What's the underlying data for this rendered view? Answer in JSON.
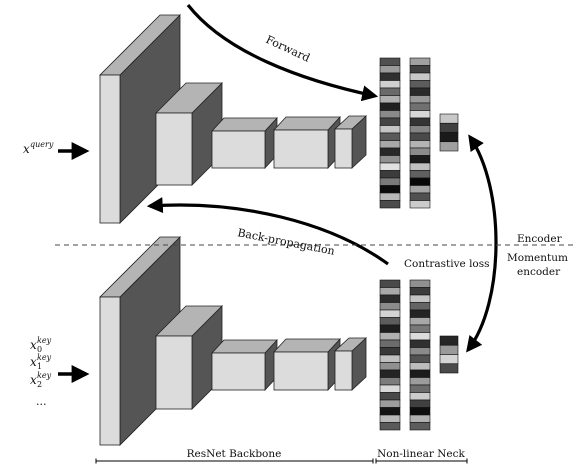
{
  "labels": {
    "forward": "Forward",
    "backprop": "Back-propagation",
    "contrastive": "Contrastive loss",
    "encoder": "Encoder",
    "momentum_encoder": [
      "Momentum",
      "encoder"
    ],
    "backbone": "ResNet Backbone",
    "neck": "Non-linear Neck"
  },
  "inputs": {
    "query": {
      "base": "x",
      "sup": "query"
    },
    "keys": [
      {
        "base": "x",
        "sub": "0",
        "sup": "key"
      },
      {
        "base": "x",
        "sub": "1",
        "sup": "key"
      },
      {
        "base": "x",
        "sub": "2",
        "sup": "key"
      }
    ],
    "ellipsis": "..."
  },
  "colors": {
    "face": "#dcdcdc",
    "side": "#555555",
    "top": "#b4b4b4",
    "stroke": "#222222",
    "arrow": "#000000"
  },
  "feature_columns": {
    "query_col1": [
      "#505050",
      "#9a9a9a",
      "#303030",
      "#d0d0d0",
      "#6a6a6a",
      "#b0b0b0",
      "#202020",
      "#8a8a8a",
      "#444444",
      "#c4c4c4",
      "#5a5a5a",
      "#a8a8a8",
      "#282828",
      "#909090",
      "#e0e0e0",
      "#3c3c3c",
      "#7a7a7a",
      "#0c0c0c",
      "#b8b8b8",
      "#4c4c4c"
    ],
    "query_col2": [
      "#a0a0a0",
      "#404040",
      "#c8c8c8",
      "#5c5c5c",
      "#2a2a2a",
      "#989898",
      "#707070",
      "#d8d8d8",
      "#343434",
      "#848484",
      "#4a4a4a",
      "#b4b4b4",
      "#8c8c8c",
      "#1c1c1c",
      "#c0c0c0",
      "#606060",
      "#080808",
      "#a4a4a4",
      "#505050",
      "#cccccc"
    ],
    "query_out": [
      "#c8c8c8",
      "#404040",
      "#1a1a1a",
      "#a0a0a0"
    ],
    "key_col1": [
      "#4a4a4a",
      "#a8a8a8",
      "#2c2c2c",
      "#8c8c8c",
      "#d4d4d4",
      "#5c5c5c",
      "#1e1e1e",
      "#b0b0b0",
      "#6c6c6c",
      "#383838",
      "#c0c0c0",
      "#909090",
      "#242424",
      "#7c7c7c",
      "#d8d8d8",
      "#484848",
      "#9c9c9c",
      "#141414",
      "#b8b8b8",
      "#5a5a5a"
    ],
    "key_col2": [
      "#909090",
      "#3c3c3c",
      "#c4c4c4",
      "#646464",
      "#242424",
      "#a8a8a8",
      "#787878",
      "#dcdcdc",
      "#303030",
      "#8a8a8a",
      "#525252",
      "#bcbcbc",
      "#1c1c1c",
      "#9c9c9c",
      "#6c6c6c",
      "#cccccc",
      "#404040",
      "#0e0e0e",
      "#b0b0b0",
      "#5c5c5c"
    ],
    "key_out": [
      "#262626",
      "#9a9a9a",
      "#d4d4d4",
      "#4a4a4a"
    ]
  }
}
